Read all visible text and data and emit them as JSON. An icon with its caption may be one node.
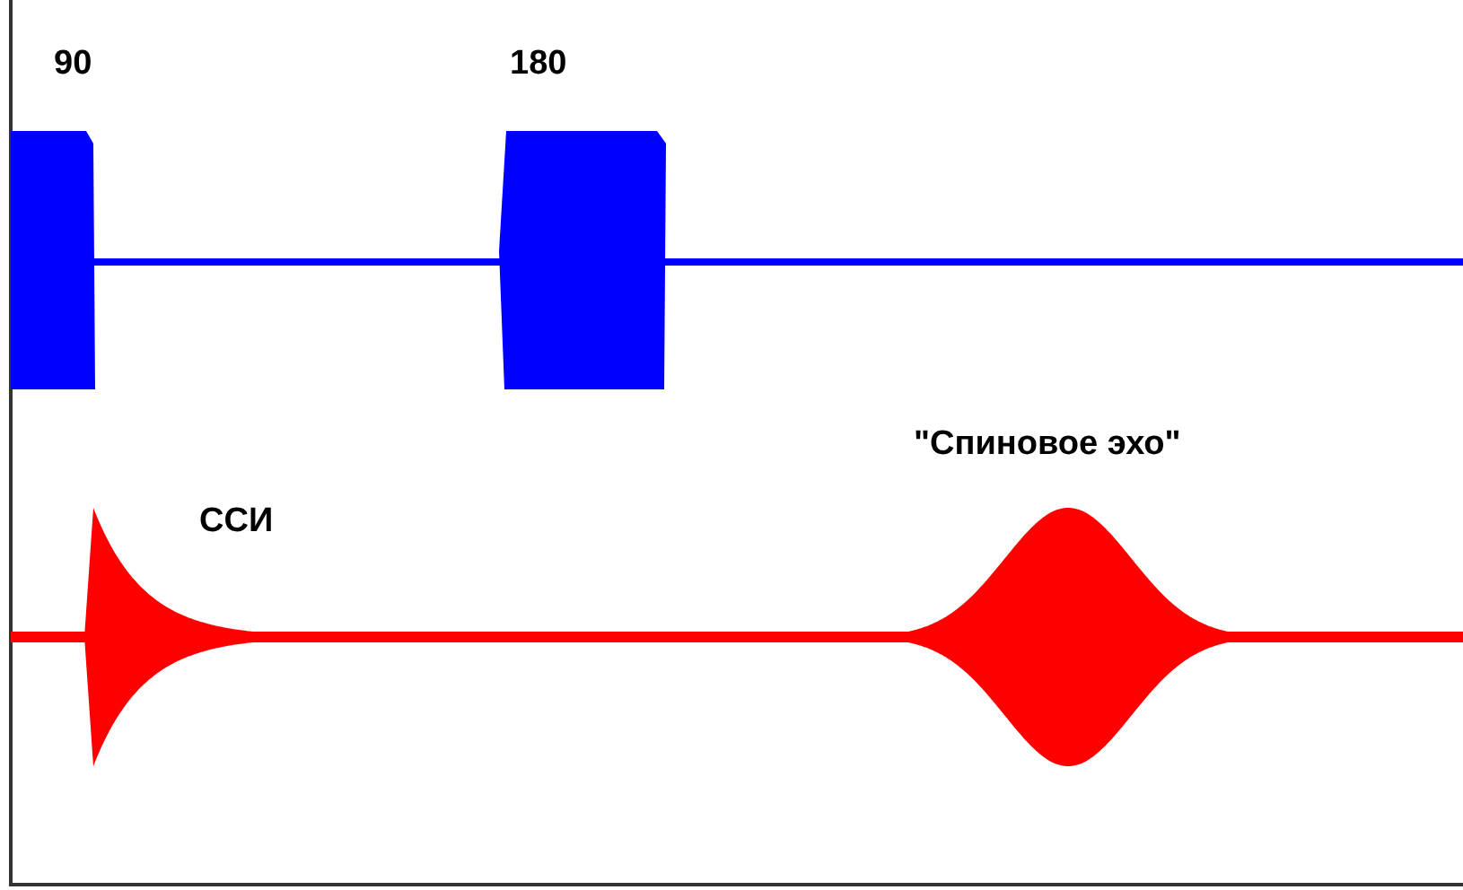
{
  "diagram": {
    "labels": [
      "90",
      "180",
      "ССИ",
      "\"Спиновое эхо\""
    ]
  }
}
